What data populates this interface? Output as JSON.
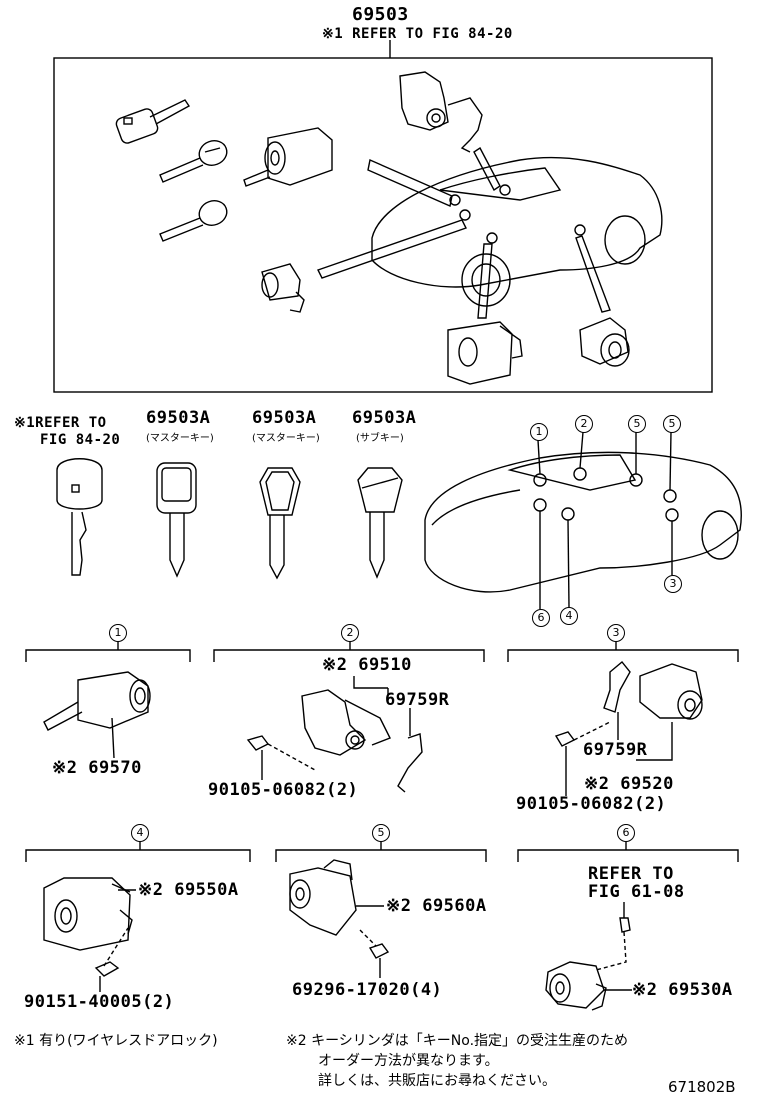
{
  "top": {
    "part_no": "69503",
    "note": "※1 REFER TO FIG 84-20"
  },
  "keys": {
    "refer_line1": "※1REFER TO",
    "refer_line2": "FIG 84-20",
    "key_a": {
      "part_no": "69503A",
      "label": "(マスターキー)"
    },
    "key_b": {
      "part_no": "69503A",
      "label": "(マスターキー)"
    },
    "key_c": {
      "part_no": "69503A",
      "label": "(サブキー)"
    }
  },
  "car_callouts": [
    "1",
    "2",
    "5",
    "5",
    "3",
    "6",
    "4"
  ],
  "sections": {
    "s1": {
      "num": "1",
      "part": "※2 69570"
    },
    "s2": {
      "num": "2",
      "part_a": "※2 69510",
      "part_b": "69759R",
      "bolt": "90105-06082(2)"
    },
    "s3": {
      "num": "3",
      "part_a": "69759R",
      "part_b": "※2 69520",
      "bolt": "90105-06082(2)"
    },
    "s4": {
      "num": "4",
      "part": "※2 69550A",
      "bolt": "90151-40005(2)"
    },
    "s5": {
      "num": "5",
      "part": "※2 69560A",
      "bolt": "69296-17020(4)"
    },
    "s6": {
      "num": "6",
      "refer_line1": "REFER TO",
      "refer_line2": "FIG 61-08",
      "part": "※2 69530A"
    }
  },
  "footnotes": {
    "note1": "※1 有り(ワイヤレスドアロック)",
    "note2_line1": "※2 キーシリンダは「キーNo.指定」の受注生産のため",
    "note2_line2": "オーダー方法が異なります。",
    "note2_line3": "詳しくは、共販店にお尋ねください。"
  },
  "figure_id": "671802B"
}
